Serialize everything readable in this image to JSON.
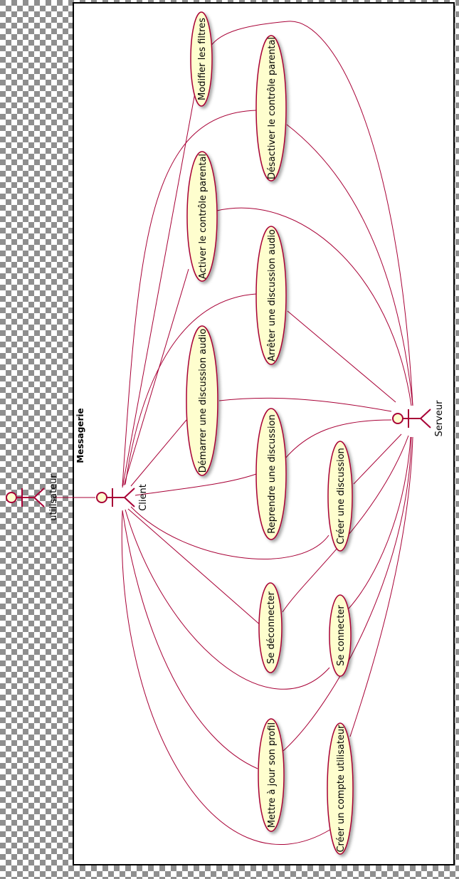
{
  "system": {
    "title": "Messagerie"
  },
  "actors": {
    "user": "utilisateur",
    "client": "Client",
    "server": "Serveur"
  },
  "use_cases": [
    {
      "id": "modifier-filtres",
      "label": "Modifier les filtres"
    },
    {
      "id": "desactiver-controle",
      "label": "Désactiver le contrôle parental"
    },
    {
      "id": "activer-controle",
      "label": "Activer le contrôle parental"
    },
    {
      "id": "arreter-audio",
      "label": "Arrêter une discussion audio"
    },
    {
      "id": "demarrer-audio",
      "label": "Démarrer une discussion audio"
    },
    {
      "id": "reprendre-discussion",
      "label": "Reprendre une discussion"
    },
    {
      "id": "creer-discussion",
      "label": "Créer une discussion"
    },
    {
      "id": "se-deconnecter",
      "label": "Se déconnecter"
    },
    {
      "id": "se-connecter",
      "label": "Se connecter"
    },
    {
      "id": "mettre-a-jour-profil",
      "label": "Mettre à jour son profil"
    },
    {
      "id": "creer-compte",
      "label": "Créer un compte utilisateur"
    }
  ],
  "colors": {
    "line": "#a80036",
    "ellipse_fill": "#fefece",
    "actor_fill": "#fefece",
    "frame_fill": "#ffffff",
    "frame_border": "#000000"
  }
}
